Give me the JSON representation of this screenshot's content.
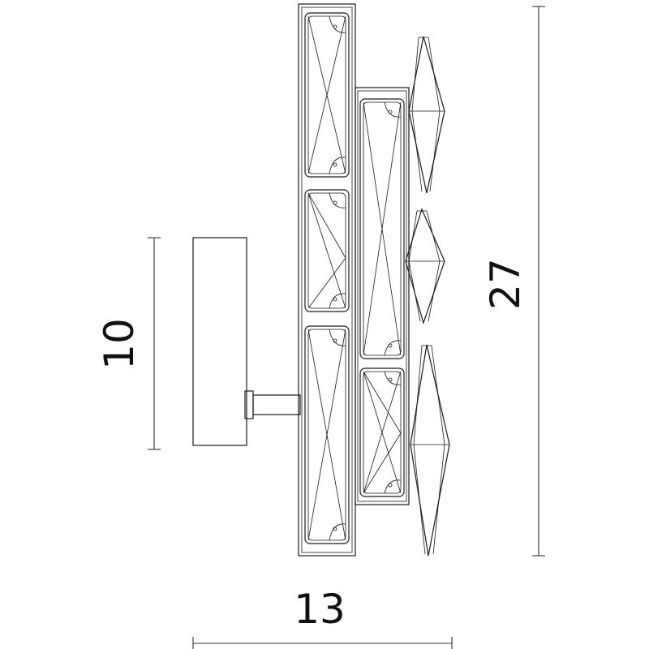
{
  "dimensions": {
    "height_label": "10",
    "depth_label": "13",
    "total_height_label": "27"
  },
  "colors": {
    "line": "#1a1a1a",
    "background": "#ffffff"
  }
}
